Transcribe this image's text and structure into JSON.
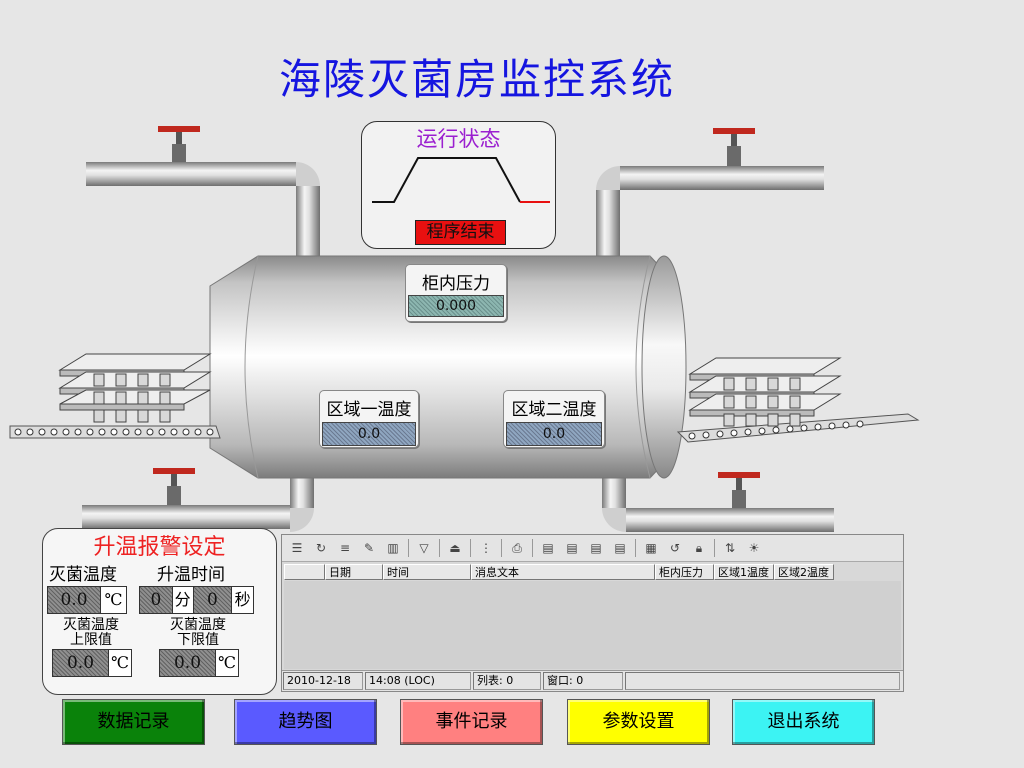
{
  "title": "海陵灭菌房监控系统",
  "run_status": {
    "title": "运行状态",
    "state": "程序结束"
  },
  "tags": {
    "pressure": {
      "label": "柜内压力",
      "value": "0.000"
    },
    "zone1_temp": {
      "label": "区域一温度",
      "value": "0.0"
    },
    "zone2_temp": {
      "label": "区域二温度",
      "value": "0.0"
    }
  },
  "alarm_panel": {
    "title": "升温报警设定",
    "sterilize_temp_label": "灭菌温度",
    "sterilize_temp_value": "0.0",
    "sterilize_temp_unit": "℃",
    "heatup_time_label": "升温时间",
    "heatup_min_value": "0",
    "min_unit": "分",
    "heatup_sec_value": "0",
    "sec_unit": "秒",
    "upper_limit_label_1": "灭菌温度",
    "upper_limit_label_2": "上限值",
    "upper_limit_value": "0.0",
    "upper_limit_unit": "℃",
    "lower_limit_label_1": "灭菌温度",
    "lower_limit_label_2": "下限值",
    "lower_limit_value": "0.0",
    "lower_limit_unit": "℃"
  },
  "alarm_grid": {
    "columns": [
      "",
      "日期",
      "时间",
      "消息文本",
      "柜内压力",
      "区域1温度",
      "区域2温度"
    ],
    "status": {
      "date": "2010-12-18",
      "time": "14:08 (LOC)",
      "list": "列表: 0",
      "window": "窗口: 0"
    }
  },
  "buttons": [
    {
      "label": "数据记录",
      "color": "#0a820a"
    },
    {
      "label": "趋势图",
      "color": "#5a5aff"
    },
    {
      "label": "事件记录",
      "color": "#ff8080"
    },
    {
      "label": "参数设置",
      "color": "#ffff00"
    },
    {
      "label": "退出系统",
      "color": "#3cf3f3"
    }
  ],
  "colors": {
    "title": "#1515e0",
    "status_title": "#9b1fd0",
    "status_chip": "#e81010",
    "alarm_title": "#e22222",
    "valve_handle": "#c0281e"
  }
}
